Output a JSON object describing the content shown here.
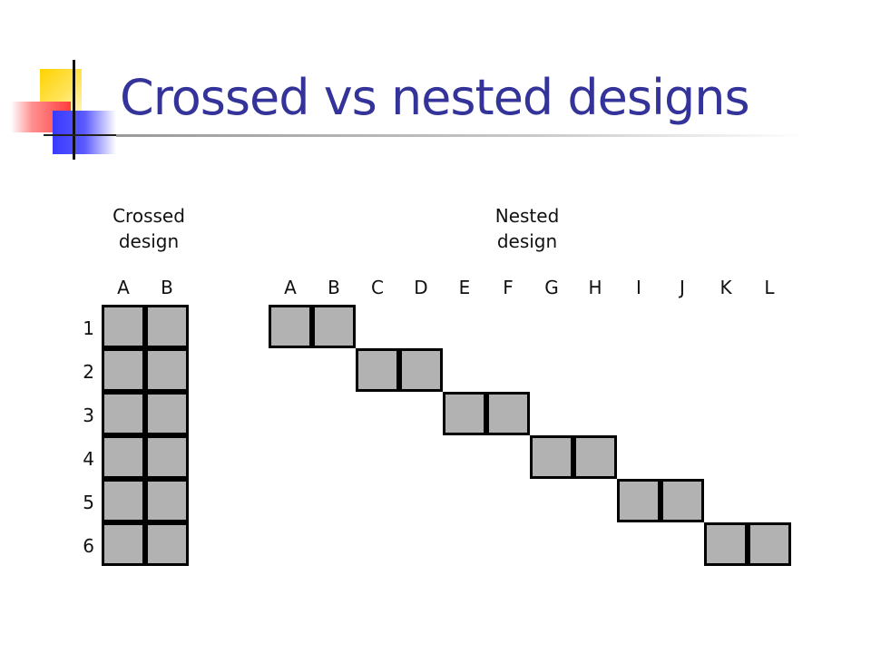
{
  "slide": {
    "title": "Crossed vs nested designs",
    "crossed": {
      "caption_line1": "Crossed",
      "caption_line2": "design",
      "columns": [
        "A",
        "B"
      ],
      "rows": [
        "1",
        "2",
        "3",
        "4",
        "5",
        "6"
      ],
      "cell_color": "#b2b2b2"
    },
    "nested": {
      "caption_line1": "Nested",
      "caption_line2": "design",
      "columns": [
        "A",
        "B",
        "C",
        "D",
        "E",
        "F",
        "G",
        "H",
        "I",
        "J",
        "K",
        "L"
      ],
      "rows": [
        "1",
        "2",
        "3",
        "4",
        "5",
        "6"
      ],
      "levels_per_row": 2,
      "cell_color": "#b2b2b2"
    },
    "colors": {
      "title": "#333399",
      "grid_line": "#000000"
    }
  }
}
